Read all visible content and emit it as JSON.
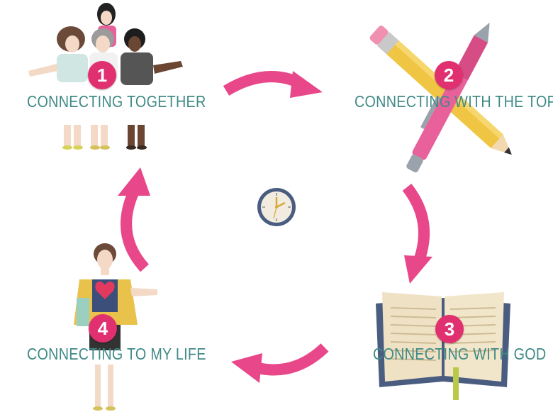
{
  "steps": [
    {
      "number": "1",
      "label": "CONNECTING TOGETHER",
      "icon": "group-of-women-icon"
    },
    {
      "number": "2",
      "label": "CONNECTING WITH THE TOPIC",
      "icon": "pencil-and-pen-icon"
    },
    {
      "number": "3",
      "label": "CONNECTING WITH GOD",
      "icon": "open-bible-icon"
    },
    {
      "number": "4",
      "label": "CONNECTING TO MY LIFE",
      "icon": "woman-with-heart-icon"
    }
  ],
  "colors": {
    "accent": "#e0306f",
    "label": "#3f8a86",
    "arrow": "#e8478a"
  },
  "center_icon": "clock-icon"
}
